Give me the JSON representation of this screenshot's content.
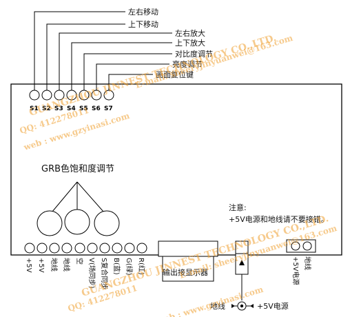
{
  "buttons": {
    "functions": [
      "左右移动",
      "上下移动",
      "左右放大",
      "上下放大",
      "对比度调节",
      "亮度调节",
      "画面复位键"
    ],
    "ids": [
      "S1",
      "S2",
      "S3",
      "S4",
      "S5",
      "S6",
      "S7"
    ]
  },
  "knobs": {
    "caption": "GRB色饱和度调节"
  },
  "notice": {
    "title": "注意:",
    "body": "+5V电源和地线请不要接错。"
  },
  "terminals": {
    "labels": [
      "+5V",
      "+5V",
      "地线",
      "地线",
      "空",
      "V(场同步)",
      "S复合同步",
      "B(蓝)",
      "G(绿)",
      "R(红)"
    ]
  },
  "output": {
    "label": "输出接显示器"
  },
  "power": {
    "socket_left": "+5V电源",
    "socket_right": "地线",
    "plug_left": "地线",
    "plug_right": "+5V电源"
  },
  "watermark": {
    "company": "GUANGZHOU JINNEST TECHNOLOGY CO.,LTD.",
    "mail": "E-mail: sheeryjinyuanwei@163.com",
    "qq": "QQ: 412278011",
    "web": "web : www.gzyinasi.com"
  }
}
